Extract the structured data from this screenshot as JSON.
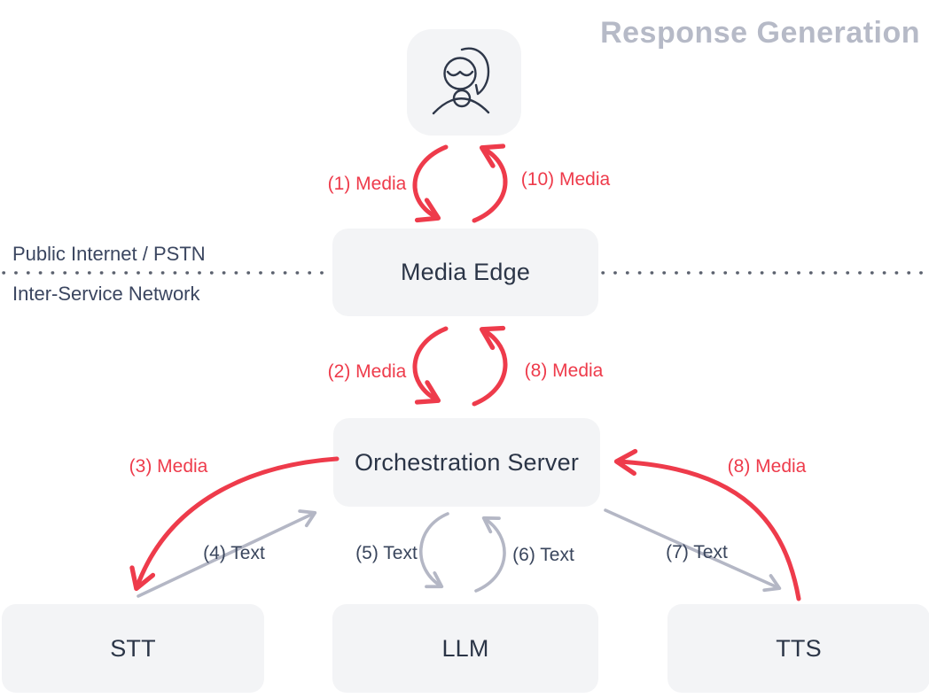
{
  "title": "Response Generation",
  "network_boundary": {
    "above_label": "Public Internet / PSTN",
    "below_label": "Inter-Service Network"
  },
  "nodes": {
    "user": {
      "icon": "person-avatar-icon"
    },
    "media_edge": {
      "label": "Media Edge"
    },
    "orchestration": {
      "label": "Orchestration Server"
    },
    "stt": {
      "label": "STT"
    },
    "llm": {
      "label": "LLM"
    },
    "tts": {
      "label": "TTS"
    }
  },
  "flows": {
    "f1": {
      "label": "(1) Media",
      "type": "media",
      "from": "user",
      "to": "media_edge"
    },
    "f10": {
      "label": "(10) Media",
      "type": "media",
      "from": "media_edge",
      "to": "user"
    },
    "f2": {
      "label": "(2) Media",
      "type": "media",
      "from": "media_edge",
      "to": "orchestration"
    },
    "f8_up": {
      "label": "(8) Media",
      "type": "media",
      "from": "orchestration",
      "to": "media_edge"
    },
    "f3": {
      "label": "(3) Media",
      "type": "media",
      "from": "orchestration",
      "to": "stt"
    },
    "f4": {
      "label": "(4) Text",
      "type": "text",
      "from": "stt",
      "to": "orchestration"
    },
    "f5": {
      "label": "(5) Text",
      "type": "text",
      "from": "orchestration",
      "to": "llm"
    },
    "f6": {
      "label": "(6) Text",
      "type": "text",
      "from": "llm",
      "to": "orchestration"
    },
    "f7": {
      "label": "(7) Text",
      "type": "text",
      "from": "orchestration",
      "to": "tts"
    },
    "f8_right": {
      "label": "(8) Media",
      "type": "media",
      "from": "tts",
      "to": "orchestration"
    }
  },
  "colors": {
    "media_flow_red": "#ee3b4b",
    "text_flow_gray": "#b4b7c5",
    "node_background": "#f3f4f6",
    "node_text": "#2b3547",
    "flow_text_navy": "#39455c",
    "title_gray": "#b6bac7",
    "divider_dot_gray": "#5b616e"
  }
}
